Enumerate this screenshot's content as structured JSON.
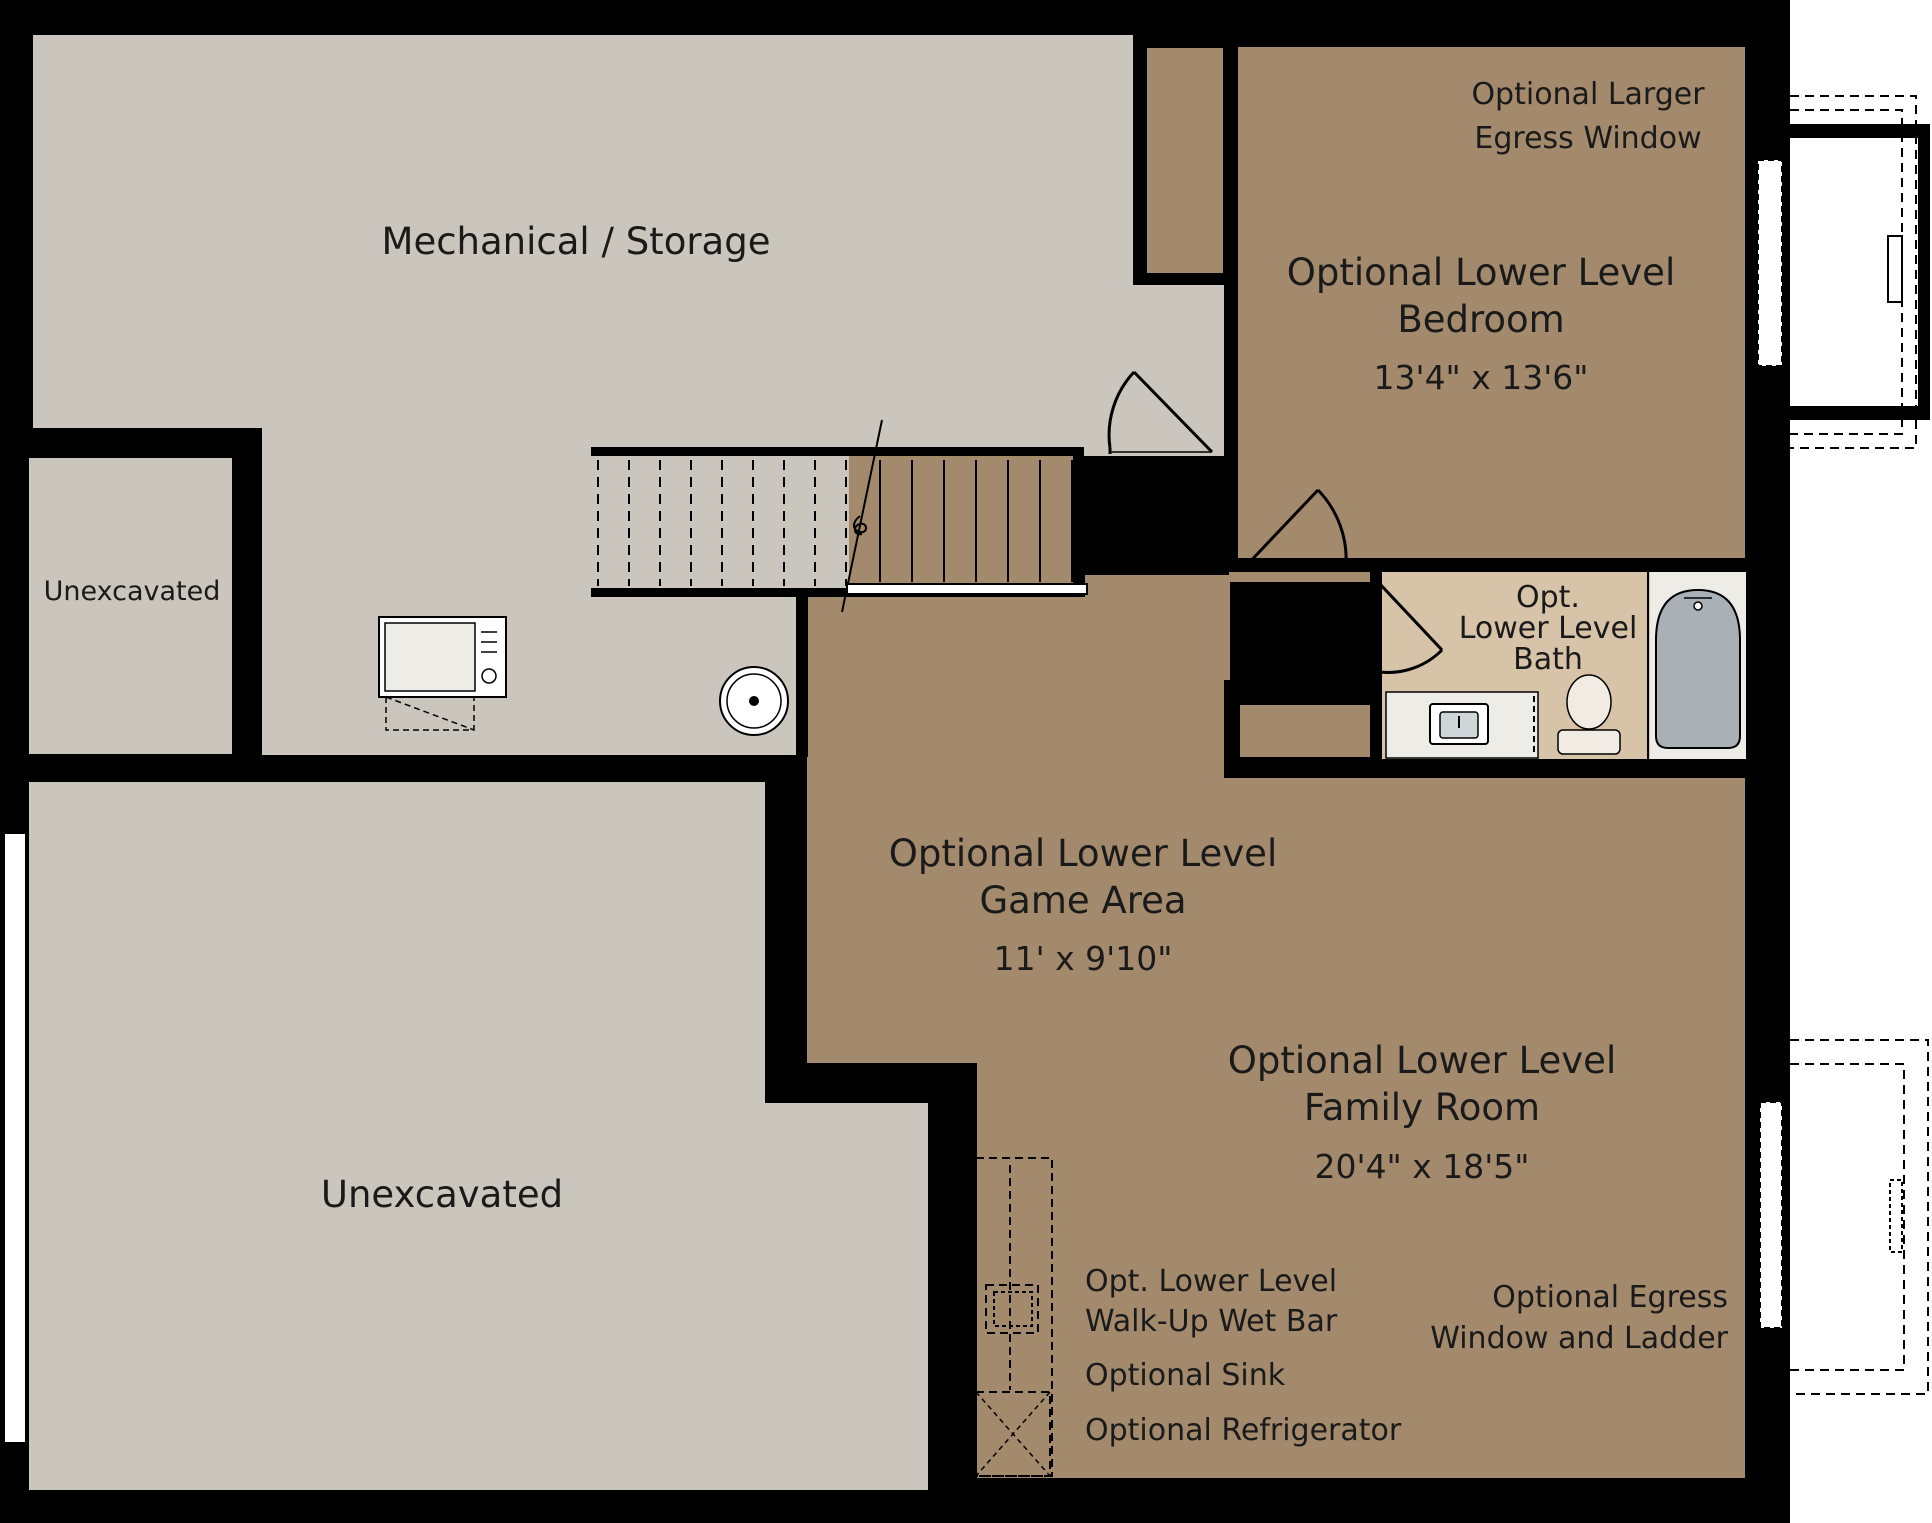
{
  "colors": {
    "wall": "#000000",
    "unfinished": "#cbc6bd",
    "finished": "#a38a6d",
    "bath_floor": "#d6c3a8",
    "fixture": "#eeece6",
    "tub": "#a9b1b7",
    "outline": "#ffffff"
  },
  "rooms": {
    "mechanical": {
      "name": "Mechanical / Storage"
    },
    "unexcavated_small": {
      "name": "Unexcavated"
    },
    "unexcavated_large": {
      "name": "Unexcavated"
    },
    "bedroom": {
      "line1": "Optional Lower Level",
      "line2": "Bedroom",
      "dims": "13'4\" x 13'6\""
    },
    "bath": {
      "line1": "Opt.",
      "line2": "Lower Level",
      "line3": "Bath"
    },
    "game": {
      "line1": "Optional Lower Level",
      "line2": "Game Area",
      "dims": "11' x 9'10\""
    },
    "family": {
      "line1": "Optional Lower Level",
      "line2": "Family Room",
      "dims": "20'4\" x 18'5\""
    }
  },
  "notes": {
    "larger_window": {
      "line1": "Optional Larger",
      "line2": "Egress Window"
    },
    "egress_ladder": {
      "line1": "Optional Egress",
      "line2": "Window and Ladder"
    },
    "wet_bar": {
      "line1": "Opt. Lower Level",
      "line2": "Walk-Up Wet Bar"
    },
    "sink": "Optional Sink",
    "fridge": "Optional Refrigerator"
  },
  "icons": {
    "water_heater": "water-heater-icon",
    "furnace": "furnace-icon",
    "tub": "bathtub-icon",
    "toilet": "toilet-icon",
    "vanity": "vanity-sink-icon",
    "bar_sink": "bar-sink-icon",
    "fridge": "refrigerator-icon"
  }
}
